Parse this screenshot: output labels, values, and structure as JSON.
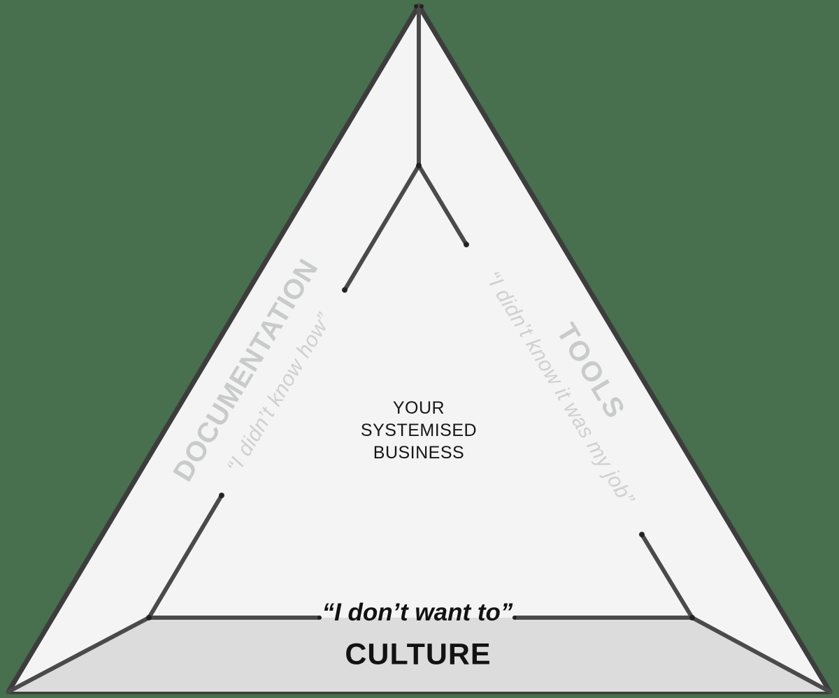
{
  "diagram": {
    "center": {
      "line1": "YOUR",
      "line2": "SYSTEMISED",
      "line3": "BUSINESS"
    },
    "faces": {
      "documentation": {
        "label": "DOCUMENTATION",
        "quote": "“I didn’t know how”"
      },
      "tools": {
        "label": "TOOLS",
        "quote": "“I didn’t know it was my job”"
      },
      "culture": {
        "label": "CULTURE",
        "quote": "“I don’t want to”"
      }
    },
    "colors": {
      "background": "#48704e",
      "pyramid_face": "#f4f4f5",
      "culture_face": "#dcdcdd",
      "outer_edge": "#3d3d3d",
      "inner_line": "#4a4a4a",
      "face_label_gray": "#c9caca",
      "quote_gray": "#d0d0d1",
      "dark_text": "#151515"
    }
  }
}
